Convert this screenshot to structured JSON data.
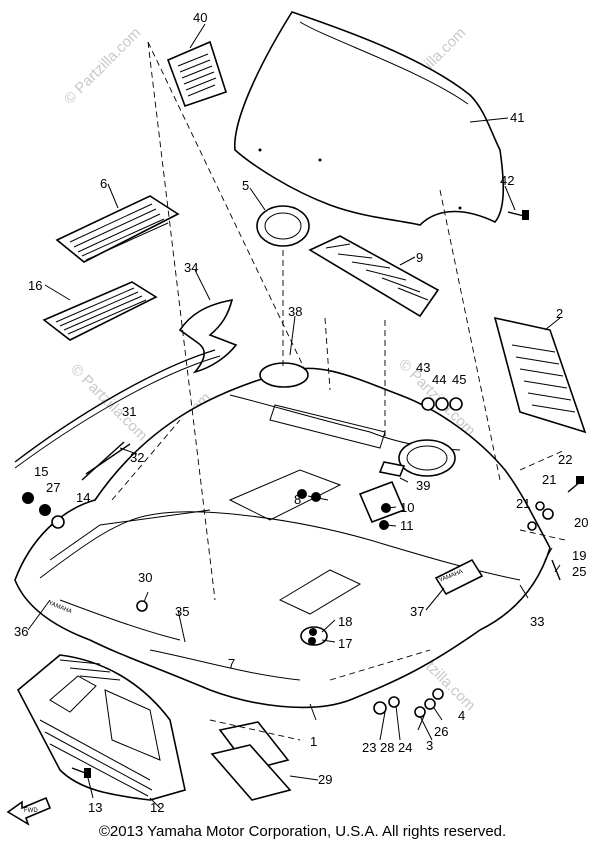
{
  "copyright": "©2013  Yamaha Motor Corporation, U.S.A. All rights reserved.",
  "watermarks": [
    "© Partzilla.com",
    "© Partzilla.com",
    "© Partzilla.com",
    "© Partzilla.com",
    "© Partzilla.com",
    "© Partzilla.com"
  ],
  "part_labels": [
    "40",
    "41",
    "42",
    "5",
    "6",
    "9",
    "34",
    "16",
    "38",
    "2",
    "43",
    "44",
    "45",
    "31",
    "32",
    "15",
    "27",
    "14",
    "39",
    "8",
    "10",
    "11",
    "22",
    "21",
    "21",
    "20",
    "19",
    "25",
    "30",
    "35",
    "36",
    "18",
    "17",
    "37",
    "33",
    "4",
    "26",
    "3",
    "24",
    "28",
    "23",
    "1",
    "12",
    "13",
    "29",
    "7"
  ],
  "badges": {
    "fwd": "FWD",
    "logo": "YAMAHA",
    "decal": "YAMAHA"
  }
}
